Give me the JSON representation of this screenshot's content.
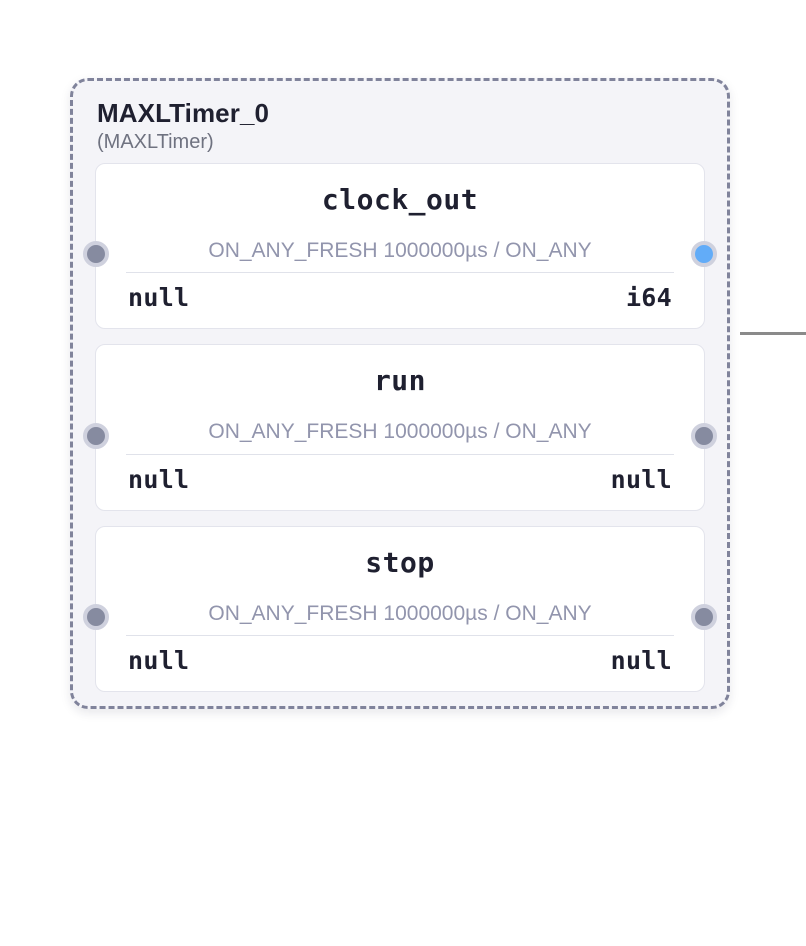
{
  "canvas": {
    "background": "#ffffff"
  },
  "node": {
    "title": "MAXLTimer_0",
    "subtitle": "(MAXLTimer)",
    "border_color": "#80839b",
    "background": "#f4f4f8",
    "blocks": [
      {
        "name": "clock_out",
        "meta": "ON_ANY_FRESH 1000000µs / ON_ANY",
        "input_label": "null",
        "output_label": "i64",
        "input_port_color": "#868ba0",
        "output_port_color": "#62acf8",
        "output_connected": true
      },
      {
        "name": "run",
        "meta": "ON_ANY_FRESH 1000000µs / ON_ANY",
        "input_label": "null",
        "output_label": "null",
        "input_port_color": "#868ba0",
        "output_port_color": "#868ba0",
        "output_connected": false
      },
      {
        "name": "stop",
        "meta": "ON_ANY_FRESH 1000000µs / ON_ANY",
        "input_label": "null",
        "output_label": "null",
        "input_port_color": "#868ba0",
        "output_port_color": "#868ba0",
        "output_connected": false
      }
    ]
  },
  "connection": {
    "color": "#8a8a8a"
  }
}
